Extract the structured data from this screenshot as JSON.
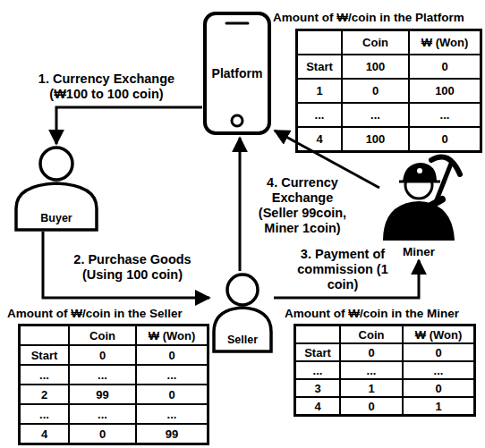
{
  "diagram": {
    "nodes": [
      {
        "text": [
          "Platform"
        ]
      },
      {
        "text": [
          "Buyer"
        ]
      },
      {
        "text": [
          "Seller"
        ]
      },
      {
        "text": [
          "Miner"
        ]
      }
    ],
    "edges": [
      {
        "from": 0,
        "to": 1,
        "arrow": "to",
        "label": "1. Currency Exchange (₩100 to 100 coin)"
      },
      {
        "from": 1,
        "to": 2,
        "arrow": "to",
        "label": "2. Purchase Goods (Using 100 coin)"
      },
      {
        "from": 2,
        "to": 3,
        "arrow": "to",
        "label": "3. Payment of commission (1 coin)"
      },
      {
        "from": 2,
        "to": 0,
        "arrow": "to",
        "label": "4. Currency Exchange (Seller 99coin, Miner 1coin)"
      },
      {
        "from": 3,
        "to": 0,
        "arrow": "to"
      }
    ],
    "labels": [
      "Amount of ₩/coin in the Platform",
      "Coin",
      "₩ (Won)",
      "Start",
      "100",
      "0",
      "1",
      "0",
      "100",
      "...",
      "...",
      "...",
      "4",
      "100",
      "0",
      "Amount of ₩/coin in the Seller",
      "Coin",
      "₩ (Won)",
      "Start",
      "0",
      "0",
      "...",
      "...",
      "...",
      "2",
      "99",
      "0",
      "...",
      "...",
      "...",
      "4",
      "0",
      "99",
      "Amount of ₩/coin in the Miner",
      "Coin",
      "₩ (Won)",
      "Start",
      "0",
      "0",
      "...",
      "...",
      "...",
      "3",
      "1",
      "0",
      "4",
      "0",
      "1"
    ]
  }
}
